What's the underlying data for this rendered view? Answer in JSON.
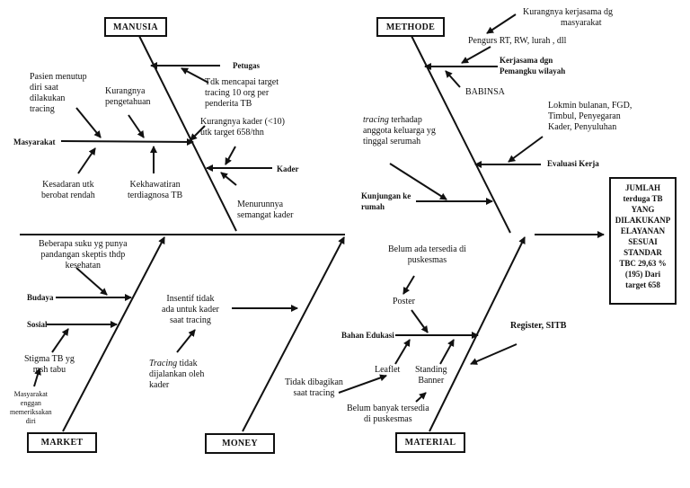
{
  "categories": {
    "manusia": "MANUSIA",
    "methode": "METHODE",
    "market": "MARKET",
    "money": "MONEY",
    "material": "MATERIAL"
  },
  "effect": {
    "lines": [
      "JUMLAH",
      "terduga TB",
      "YANG",
      "DILAKUKANP",
      "ELAYANAN",
      "SESUAI",
      "STANDAR",
      "TBC 29,63 %",
      "(195) Dari",
      "target 658"
    ]
  },
  "manusia": {
    "petugas": "Petugas",
    "petugas_cause": [
      "Tdk mencapai target",
      "tracing 10 org per",
      "penderita TB"
    ],
    "masyarakat": "Masyarakat",
    "pasien_menutup": [
      "Pasien menutup",
      "diri saat",
      "dilakukan",
      "tracing"
    ],
    "kurangnya_pengetahuan": [
      "Kurangnya",
      "pengetahuan"
    ],
    "kurangnya_kader": [
      "Kurangnya kader (<10)",
      "utk target 658/thn"
    ],
    "kader": "Kader",
    "kesadaran": [
      "Kesadaran utk",
      "berobat rendah"
    ],
    "kekhawatiran": [
      "Kekhawatiran",
      "terdiagnosa TB"
    ],
    "menurunnya": [
      "Menurunnya",
      "semangat kader"
    ]
  },
  "methode": {
    "kurangnya_kerjasama": [
      "Kurangnya kerjasama dg",
      "masyarakat"
    ],
    "pengurus": "Pengurs RT, RW, lurah , dll",
    "kerjasama_label": [
      "Kerjasama dgn",
      "Pemangku wilayah"
    ],
    "babinsa": "BABINSA",
    "lokmin": [
      "Lokmin bulanan, FGD,",
      "Timbul, Penyegaran",
      "Kader, Penyuluhan"
    ],
    "tracing_italic": "tracing",
    "tracing_rest": " terhadap",
    "tracing_lines": [
      "anggota keluarga yg",
      "tinggal serumah"
    ],
    "evaluasi": "Evaluasi Kerja",
    "kunjungan": [
      "Kunjungan ke",
      "rumah"
    ]
  },
  "market": {
    "beberapa_suku": [
      "Beberapa suku yg punya",
      "pandangan skeptis thdp",
      "kesehatan"
    ],
    "budaya": "Budaya",
    "sosial": "Sosial",
    "stigma": [
      "Stigma TB yg",
      "msh tabu"
    ],
    "masyarakat_enggan": [
      "Masyarakat",
      "enggan",
      "memeriksakan",
      "diri"
    ]
  },
  "money": {
    "insentif": [
      "Insentif tidak",
      "ada untuk kader",
      "saat tracing"
    ],
    "tracing_italic": "Tracing",
    "tracing_rest": " tidak",
    "tracing_lines": [
      "dijalankan oleh",
      "kader"
    ]
  },
  "material": {
    "belum_ada": [
      "Belum ada tersedia di",
      "puskesmas"
    ],
    "poster": "Poster",
    "bahan_edukasi": "Bahan Edukasi",
    "register": "Register, SITB",
    "leaflet": "Leaflet",
    "standing_banner": [
      "Standing",
      "Banner"
    ],
    "tidak_dibagikan": [
      "Tidak dibagikan",
      "saat tracing"
    ],
    "belum_banyak": [
      "Belum banyak tersedia",
      "di puskesmas"
    ]
  }
}
